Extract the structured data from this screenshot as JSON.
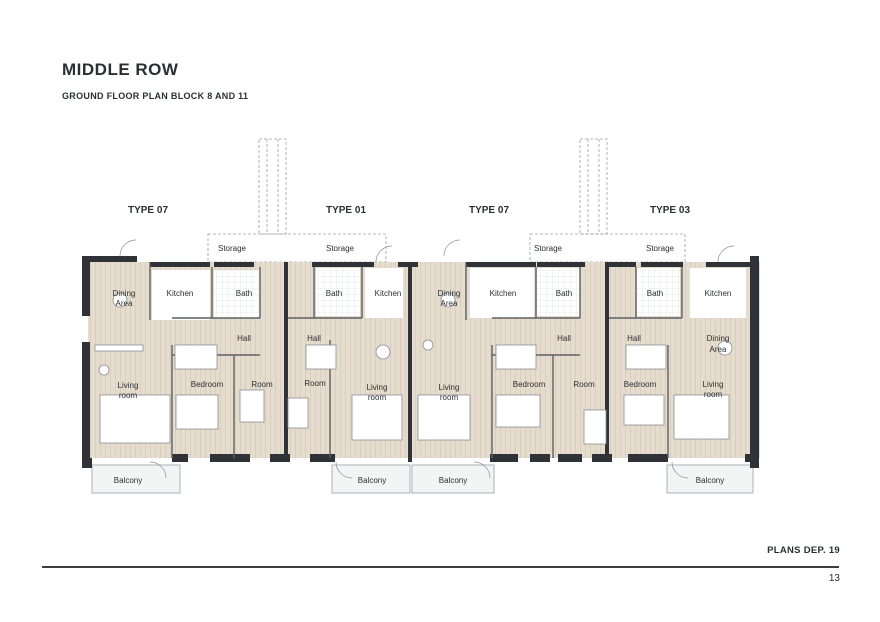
{
  "header": {
    "title": "MIDDLE ROW",
    "subtitle": "GROUND FLOOR PLAN BLOCK  8 AND 11"
  },
  "plan": {
    "types": [
      "TYPE 07",
      "TYPE 01",
      "TYPE 07",
      "TYPE 03"
    ],
    "rooms": {
      "storage": "Storage",
      "kitchen": "Kitchen",
      "bath": "Bath",
      "dining": "Dining Area",
      "dining_line1": "Dining",
      "dining_line2": "Area",
      "hall": "Hall",
      "living_line1": "Living",
      "living_line2": "room",
      "bedroom": "Bedroom",
      "room": "Room",
      "balcony": "Balcony"
    },
    "colors": {
      "wall": "#2f3337",
      "floor": "#e6dccd",
      "tile": "#ffffff",
      "line": "#8a8f94"
    }
  },
  "footer": {
    "label": "PLANS DEP. 19",
    "page_number": "13"
  }
}
